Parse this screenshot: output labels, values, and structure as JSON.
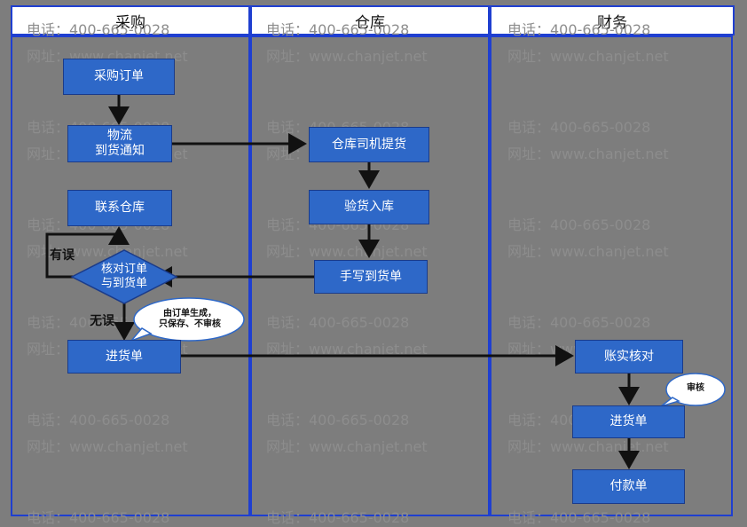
{
  "lanes": [
    {
      "title": "采购"
    },
    {
      "title": "仓库"
    },
    {
      "title": "财务"
    }
  ],
  "watermark": {
    "phone": "电话：400-665-0028",
    "site": "网址：www.chanjet.net"
  },
  "nodes": {
    "purchase_order": "采购订单",
    "logistics_line1": "物流",
    "logistics_line2": "到货通知",
    "driver_pickup": "仓库司机提货",
    "inspect_stock": "验货入库",
    "handwrite_note": "手写到货单",
    "contact_warehouse": "联系仓库",
    "verify_line1": "核对订单",
    "verify_line2": "与到货单",
    "receipt_doc": "进货单",
    "reconcile": "账实核对",
    "receipt_doc_fin": "进货单",
    "payment": "付款单"
  },
  "edge_labels": {
    "mismatch": "有误",
    "ok": "无误"
  },
  "callouts": {
    "generated_line1": "由订单生成，",
    "generated_line2": "只保存、不审核",
    "audit": "审核"
  }
}
